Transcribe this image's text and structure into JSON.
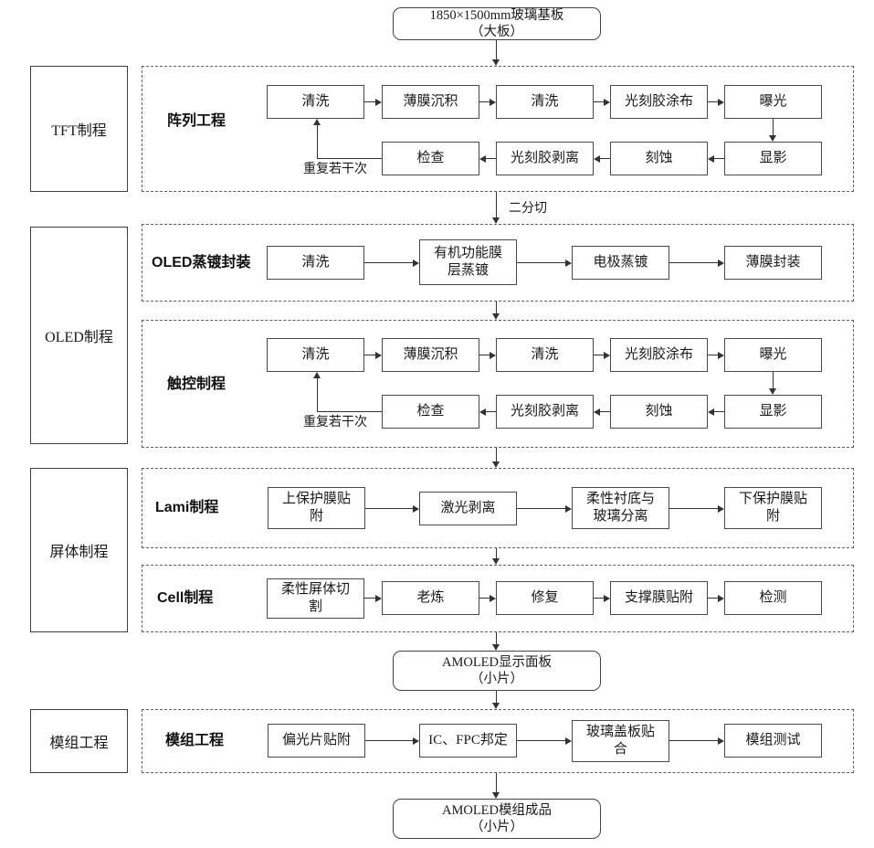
{
  "nodes": {
    "start": "1850×1500mm玻璃基板\n（大板）",
    "panel": "AMOLED显示面板\n（小片）",
    "final": "AMOLED模组成品\n（小片）"
  },
  "stages": {
    "tft": "TFT制程",
    "oled": "OLED制程",
    "panel": "屏体制程",
    "module": "模组工程"
  },
  "connector_labels": {
    "bisect": "二分切"
  },
  "sections": {
    "array": {
      "label": "阵列工程",
      "row1": [
        "清洗",
        "薄膜沉积",
        "清洗",
        "光刻胶涂布",
        "曝光"
      ],
      "row2": [
        "检查",
        "光刻胶剥离",
        "刻蚀",
        "显影"
      ],
      "loop": "重复若干次"
    },
    "evap": {
      "label": "OLED蒸镀封装",
      "steps": [
        "清洗",
        "有机功能膜\n层蒸镀",
        "电极蒸镀",
        "薄膜封装"
      ]
    },
    "touch": {
      "label": "触控制程",
      "row1": [
        "清洗",
        "薄膜沉积",
        "清洗",
        "光刻胶涂布",
        "曝光"
      ],
      "row2": [
        "检查",
        "光刻胶剥离",
        "刻蚀",
        "显影"
      ],
      "loop": "重复若干次"
    },
    "lami": {
      "label": "Lami制程",
      "steps": [
        "上保护膜贴\n附",
        "激光剥离",
        "柔性衬底与\n玻璃分离",
        "下保护膜贴\n附"
      ]
    },
    "cell": {
      "label": "Cell制程",
      "steps": [
        "柔性屏体切\n割",
        "老炼",
        "修复",
        "支撑膜贴附",
        "检测"
      ]
    },
    "module": {
      "label": "模组工程",
      "steps": [
        "偏光片贴附",
        "IC、FPC邦定",
        "玻璃盖板贴\n合",
        "模组测试"
      ]
    }
  }
}
